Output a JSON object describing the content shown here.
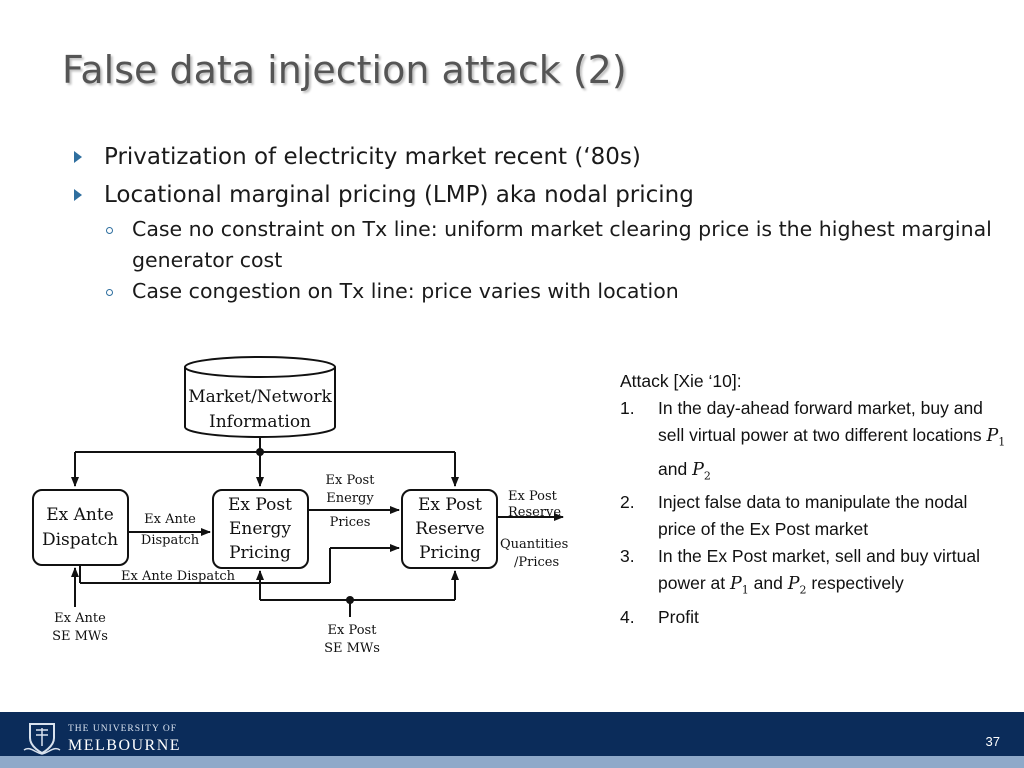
{
  "title": "False data injection attack (2)",
  "bullets": [
    {
      "text": "Privatization of electricity market recent (‘80s)"
    },
    {
      "text": "Locational marginal pricing (LMP) aka nodal pricing",
      "sub": [
        {
          "text": "Case no constraint on Tx line: uniform market clearing price is the highest marginal generator cost"
        },
        {
          "text": "Case congestion on Tx line: price varies with location"
        }
      ]
    }
  ],
  "diagram": {
    "db_line1": "Market/Network",
    "db_line2": "Information",
    "box_ex_ante_1": "Ex Ante",
    "box_ex_ante_2": "Dispatch",
    "box_energy_1": "Ex Post",
    "box_energy_2": "Energy",
    "box_energy_3": "Pricing",
    "box_reserve_1": "Ex Post",
    "box_reserve_2": "Reserve",
    "box_reserve_3": "Pricing",
    "lbl_ea_dispatch_1": "Ex Ante",
    "lbl_ea_dispatch_2": "Dispatch",
    "lbl_ep_prices_1": "Ex Post",
    "lbl_ep_prices_2": "Energy",
    "lbl_ep_prices_3": "Prices",
    "lbl_out_1": "Ex Post",
    "lbl_out_2": "Reserve",
    "lbl_out_3": "Quantities",
    "lbl_out_4": "/Prices",
    "lbl_ea_dispatch_bottom": "Ex Ante Dispatch",
    "lbl_ea_se_1": "Ex Ante",
    "lbl_ea_se_2": "SE MWs",
    "lbl_ep_se_1": "Ex Post",
    "lbl_ep_se_2": "SE MWs"
  },
  "attack": {
    "heading": "Attack [Xie ‘10]:",
    "items": [
      {
        "num": "1.",
        "text": "In the day-ahead forward market, buy and sell virtual power at two different locations",
        "and": "and",
        "end": ""
      },
      {
        "num": "2.",
        "text": "Inject false data to manipulate the nodal price of the Ex Post market"
      },
      {
        "num": "3.",
        "text": "In the Ex Post market, sell and buy virtual power at",
        "and": "and",
        "end": "respectively"
      },
      {
        "num": "4.",
        "text": "Profit"
      }
    ],
    "p_symbol": "P",
    "sub1": "1",
    "sub2": "2"
  },
  "footer": {
    "logo_small": "THE UNIVERSITY OF",
    "logo_big": "MELBOURNE",
    "page_number": "37"
  },
  "colors": {
    "footer_bg": "#0b2c5a",
    "bullet_accent": "#2f6f9f",
    "title": "#555555"
  }
}
